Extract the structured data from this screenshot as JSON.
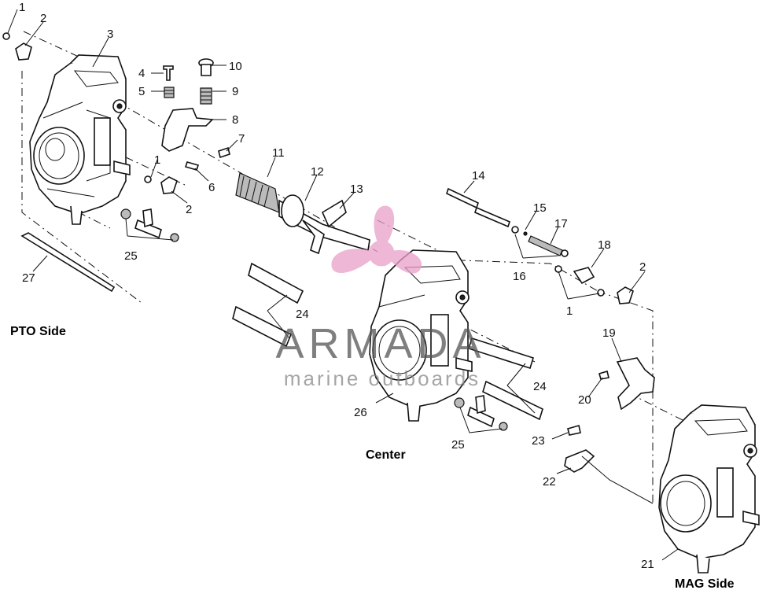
{
  "diagram": {
    "side_labels": {
      "pto": "PTO Side",
      "center": "Center",
      "mag": "MAG Side"
    },
    "callouts": [
      {
        "id": "c-1a",
        "text": "1"
      },
      {
        "id": "c-2a",
        "text": "2"
      },
      {
        "id": "c-3",
        "text": "3"
      },
      {
        "id": "c-4",
        "text": "4"
      },
      {
        "id": "c-5",
        "text": "5"
      },
      {
        "id": "c-10",
        "text": "10"
      },
      {
        "id": "c-9",
        "text": "9"
      },
      {
        "id": "c-8",
        "text": "8"
      },
      {
        "id": "c-7",
        "text": "7"
      },
      {
        "id": "c-11",
        "text": "11"
      },
      {
        "id": "c-1b",
        "text": "1"
      },
      {
        "id": "c-6",
        "text": "6"
      },
      {
        "id": "c-2b",
        "text": "2"
      },
      {
        "id": "c-12",
        "text": "12"
      },
      {
        "id": "c-13",
        "text": "13"
      },
      {
        "id": "c-14",
        "text": "14"
      },
      {
        "id": "c-15",
        "text": "15"
      },
      {
        "id": "c-17",
        "text": "17"
      },
      {
        "id": "c-18",
        "text": "18"
      },
      {
        "id": "c-2c",
        "text": "2"
      },
      {
        "id": "c-16",
        "text": "16"
      },
      {
        "id": "c-1c",
        "text": "1"
      },
      {
        "id": "c-25a",
        "text": "25"
      },
      {
        "id": "c-27",
        "text": "27"
      },
      {
        "id": "c-24a",
        "text": "24"
      },
      {
        "id": "c-19",
        "text": "19"
      },
      {
        "id": "c-24b",
        "text": "24"
      },
      {
        "id": "c-20",
        "text": "20"
      },
      {
        "id": "c-26",
        "text": "26"
      },
      {
        "id": "c-25b",
        "text": "25"
      },
      {
        "id": "c-23",
        "text": "23"
      },
      {
        "id": "c-22",
        "text": "22"
      },
      {
        "id": "c-21",
        "text": "21"
      }
    ]
  },
  "watermark": {
    "brand": "ARMADA",
    "tagline": "marine outboards",
    "logo_icon": "propeller-icon",
    "logo_color": "#e8a0c8"
  }
}
